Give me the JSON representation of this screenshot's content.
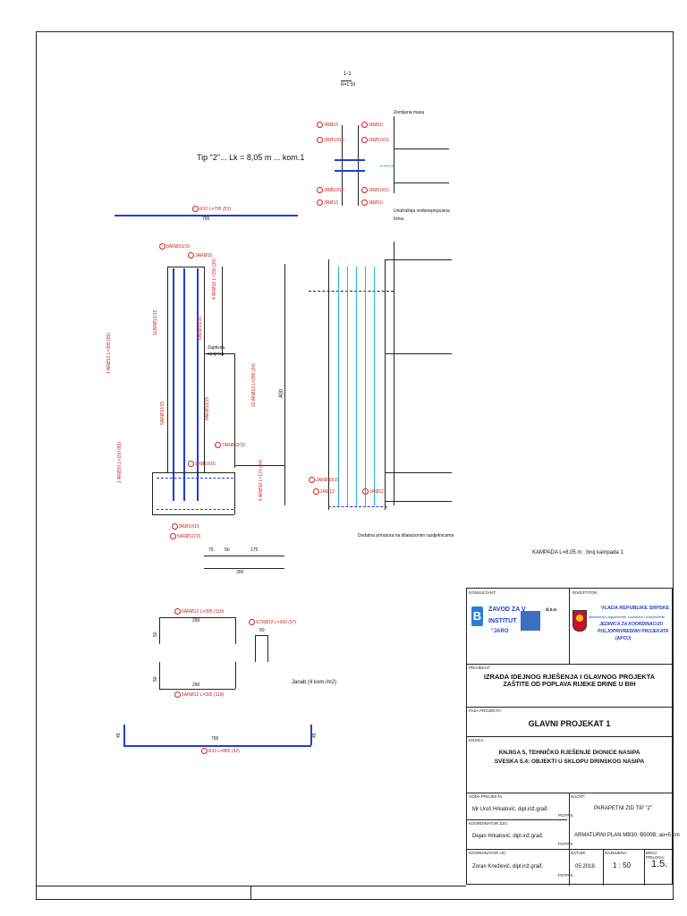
{
  "drawing": {
    "section_title": "1-1",
    "section_scale": "R=1:50",
    "type_label": "Tip \"2\"... Lk = 8,05 m ... kom.1",
    "top_bar_label": "R10 L=795 (53)",
    "top_bar_length": "795",
    "label_zemljana_masa": "Zemljana masa",
    "label_unutrasnja": "Unutrašnja vodonepropusna",
    "label_brtva": "brtva",
    "label_zaptivna": "Zaptivna",
    "label_spojnica": "spojnica",
    "dim_400": "400",
    "note_dodatna": "Dodatna armatura na dilatacionim razdjelnicama",
    "kampada": "KAMPADA L=8,05 m ; broj kampada 1",
    "dims": [
      "75",
      "50",
      "175"
    ],
    "dim_total": "300",
    "janab": "Janab (4 kom./m2)",
    "shape_top": "6ARØ12 L=395 (118)",
    "shape_top_len": "290",
    "shape_bottom": "5ARØ12 L=395 (118)",
    "shape_bottom_len": "290",
    "shape_side": "50",
    "stirrup_label": "STRØ12 L=300 (97)",
    "stirrup_dim": "50",
    "long_bar_label": "R10 L=885 (42)",
    "long_bar_len": "795",
    "long_bar_hook": "45",
    "bar_labels_left": [
      "8ARØ10/15",
      "3ARØ10",
      "9RØ10/15",
      "5ARØ10/15",
      "11ARØ12/15",
      "6ARØ10/15",
      "8ARØ12/15",
      "7ARØ12/15",
      "5ARØ12/15"
    ],
    "bar_labels_section": [
      "3RØ10",
      "2RØ10/15",
      "3RØ10",
      "2RØ10/15",
      "2RØ10/15",
      "3RØ10",
      "2RØ10/15",
      "3RØ10",
      "1RØ12",
      "2ARØ10/15",
      "1RØ12"
    ],
    "vertical_labels": [
      "1 ARØ12 L=395 (65)",
      "1 ARØ10 L=150 (65)",
      "4 ARØ10 L=150 (34)",
      "10 ARØ12 L=395 (34)",
      "6 ARØ10 L=170 (34)"
    ]
  },
  "title_block": {
    "konsultant_label": "KONSULTANT:",
    "investitor_label": "INVESTITOR:",
    "konsultant_name_1": "ZAVOD ZA V",
    "konsultant_name_2": "INSTITUT",
    "konsultant_name_3": "\"JARO",
    "konsultant_suffix": "d.o.o.",
    "investitor_1": "VLADA REPUBLIKE SRPSKE",
    "investitor_2": "Ministarstvo poljoprivrede, šumarstva i vodoprivrede",
    "investitor_3": "JEDINICA ZA KOORDINACIJU",
    "investitor_4": "POLJOPRIVREDNIH PROJEKATA",
    "investitor_5": "(APCU)",
    "projekat_label": "PROJEKAT:",
    "projekat_1": "IZRADA IDEJNOG RJEŠENJA I GLAVNOG PROJEKTA",
    "projekat_2": "ZAŠTITE OD POPLAVA RIJEKE DRINE U BIH",
    "faza_label": "FAZA PROJEKTA:",
    "faza": "GLAVNI PROJEKAT 1",
    "knjiga_label": "KNJIGA:",
    "knjiga_1": "KNJIGA 5, TEHNIČKO RJEŠENJE DIONICE NASIPA",
    "knjiga_2": "SVESKA 5.4: OBJEKTI U SKLOPU DRINSKOG NASIPA",
    "vodja_label": "VOĐA PROJEKTA:",
    "vodja": "Mr Uroš Hrkalović, dipl.inž.građ.",
    "koordinator_label": "KOORDINATOR ZZV:",
    "koordinator": "Dejan Hrkalović, dipl.inž.građ.",
    "koordinator_ijc_label": "KOORDINATOR IJČ:",
    "koordinator_ijc": "Zoran Knežević, dipl.inž.građ.",
    "potpis": "POTPIS",
    "nacrt_label": "NACRT:",
    "nacrt_1": "PARAPETNI ZID TIP \"2\"",
    "nacrt_2": "ARMATURNI PLAN MB30; B500B; ao=5 cm",
    "datum_label": "DATUM:",
    "datum": "05.2018.",
    "razmjera_label": "RAZMJERA:",
    "razmjera": "1 : 50",
    "broj_label": "BROJ PRILOGA:",
    "broj": "1.5."
  }
}
